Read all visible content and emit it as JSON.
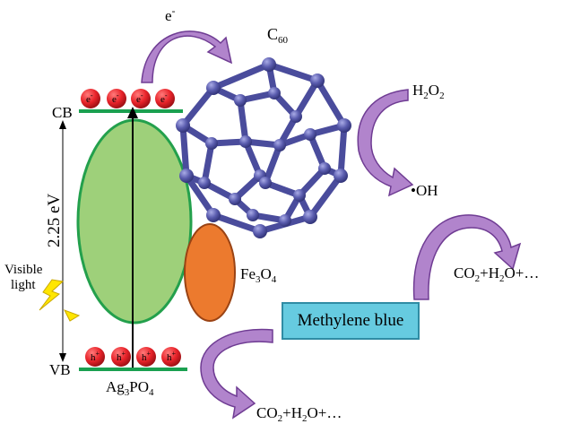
{
  "labels": {
    "electron_top": "e",
    "electron_top_sup": "-",
    "c60": "C",
    "c60_sub": "60",
    "cb": "CB",
    "vb": "VB",
    "gap": "2.25 eV",
    "visible_light_1": "Visible",
    "visible_light_2": "light",
    "h2o2_h1": "H",
    "h2o2_sub1": "2",
    "h2o2_o": "O",
    "h2o2_sub2": "2",
    "oh": "•OH",
    "fe3o4_fe": "Fe",
    "fe3o4_sub1": "3",
    "fe3o4_o": "O",
    "fe3o4_sub2": "4",
    "ag3po4_ag": "Ag",
    "ag3po4_sub1": "3",
    "ag3po4_po": "PO",
    "ag3po4_sub2": "4",
    "methylene_blue": "Methylene blue",
    "co2_right": {
      "co": "CO",
      "s1": "2",
      "plus": "+H",
      "s2": "2",
      "rest": "O+…"
    },
    "co2_bottom": {
      "co": "CO",
      "s1": "2",
      "plus": "+H",
      "s2": "2",
      "rest": "O+…"
    }
  },
  "carriers": {
    "electron": "e",
    "electron_sign": "-",
    "hole": "h",
    "hole_sign": "+"
  },
  "colors": {
    "band_line": "#1aa050",
    "ag3po4_fill": "#9ed07a",
    "ag3po4_stroke": "#23a04c",
    "fe3o4_fill": "#ec7a2e",
    "fe3o4_stroke": "#9a4314",
    "c60": "#5a5cae",
    "arrow_fill": "#b184cc",
    "arrow_stroke": "#6f3c93",
    "carrier_red": "#e8232a",
    "mb_fill": "#66cbe0"
  }
}
